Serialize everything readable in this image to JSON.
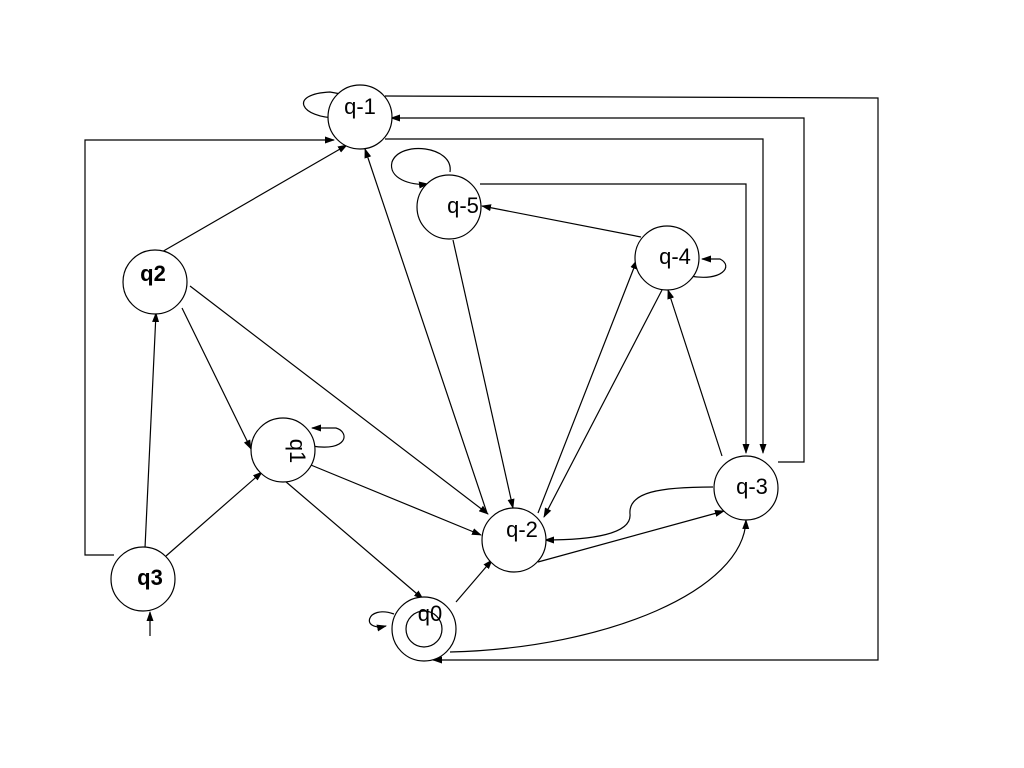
{
  "states": [
    {
      "id": "qm1",
      "label": "q-1",
      "bold": false
    },
    {
      "id": "qm5",
      "label": "q-5",
      "bold": false
    },
    {
      "id": "qm4",
      "label": "q-4",
      "bold": false
    },
    {
      "id": "q2",
      "label": "q2",
      "bold": true
    },
    {
      "id": "q1",
      "label": "q1",
      "bold": false,
      "rotated": true
    },
    {
      "id": "qm3",
      "label": "q-3",
      "bold": false
    },
    {
      "id": "qm2",
      "label": "q-2",
      "bold": false
    },
    {
      "id": "q3",
      "label": "q3",
      "bold": true,
      "initial": true
    },
    {
      "id": "q0",
      "label": "q0",
      "bold": false,
      "accepting": true
    }
  ],
  "transitions": [
    {
      "from": "qm1",
      "to": "qm1",
      "kind": "self-loop"
    },
    {
      "from": "qm5",
      "to": "qm5",
      "kind": "self-loop"
    },
    {
      "from": "qm4",
      "to": "qm4",
      "kind": "self-loop"
    },
    {
      "from": "q1",
      "to": "q1",
      "kind": "self-loop"
    },
    {
      "from": "q0",
      "to": "q0",
      "kind": "self-loop"
    },
    {
      "from": "q3",
      "to": "q2"
    },
    {
      "from": "q3",
      "to": "q1"
    },
    {
      "from": "q3",
      "to": "qm1"
    },
    {
      "from": "q2",
      "to": "qm1"
    },
    {
      "from": "q2",
      "to": "q1"
    },
    {
      "from": "q2",
      "to": "qm2"
    },
    {
      "from": "q1",
      "to": "qm2"
    },
    {
      "from": "q1",
      "to": "q0"
    },
    {
      "from": "q0",
      "to": "qm2"
    },
    {
      "from": "q0",
      "to": "qm3"
    },
    {
      "from": "qm2",
      "to": "qm1"
    },
    {
      "from": "qm2",
      "to": "qm4"
    },
    {
      "from": "qm2",
      "to": "qm3"
    },
    {
      "from": "qm4",
      "to": "qm2"
    },
    {
      "from": "qm4",
      "to": "qm5"
    },
    {
      "from": "qm5",
      "to": "qm2"
    },
    {
      "from": "qm5",
      "to": "qm3"
    },
    {
      "from": "qm3",
      "to": "qm4"
    },
    {
      "from": "qm3",
      "to": "qm2"
    },
    {
      "from": "qm3",
      "to": "qm1"
    },
    {
      "from": "qm1",
      "to": "qm3"
    },
    {
      "from": "qm1",
      "to": "q0"
    }
  ]
}
